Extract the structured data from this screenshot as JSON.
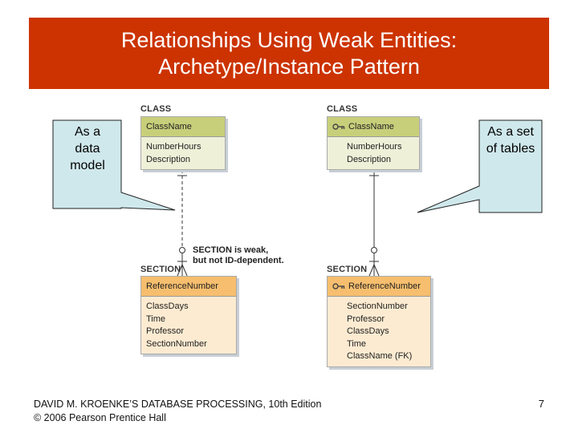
{
  "slide": {
    "title_line1": "Relationships Using Weak Entities:",
    "title_line2": "Archetype/Instance Pattern",
    "footer_line1": "DAVID M. KROENKE’S DATABASE PROCESSING, 10th Edition",
    "footer_line2": "© 2006 Pearson Prentice Hall",
    "page_number": "7"
  },
  "callouts": {
    "left_line1": "As a",
    "left_line2": "data",
    "left_line3": "model",
    "right_line1": "As a set",
    "right_line2": "of tables"
  },
  "data_model": {
    "class_label": "CLASS",
    "class_key": "ClassName",
    "class_attrs": [
      "NumberHours",
      "Description"
    ],
    "section_label": "SECTION",
    "section_key": "ReferenceNumber",
    "section_attrs": [
      "ClassDays",
      "Time",
      "Professor",
      "SectionNumber"
    ],
    "note_line1": "SECTION is weak,",
    "note_line2": "but not ID-dependent."
  },
  "tables": {
    "class_label": "CLASS",
    "class_key": "ClassName",
    "class_attrs": [
      "NumberHours",
      "Description"
    ],
    "section_label": "SECTION",
    "section_key": "ReferenceNumber",
    "section_attrs": [
      "SectionNumber",
      "Professor",
      "ClassDays",
      "Time",
      "ClassName (FK)"
    ]
  },
  "colors": {
    "title_bar": "#cc3300",
    "callout_fill": "#cfe8ec",
    "class_key_fill": "#c8cf7a",
    "section_key_fill": "#f6be6e"
  },
  "icons": {
    "key": "key-icon"
  }
}
